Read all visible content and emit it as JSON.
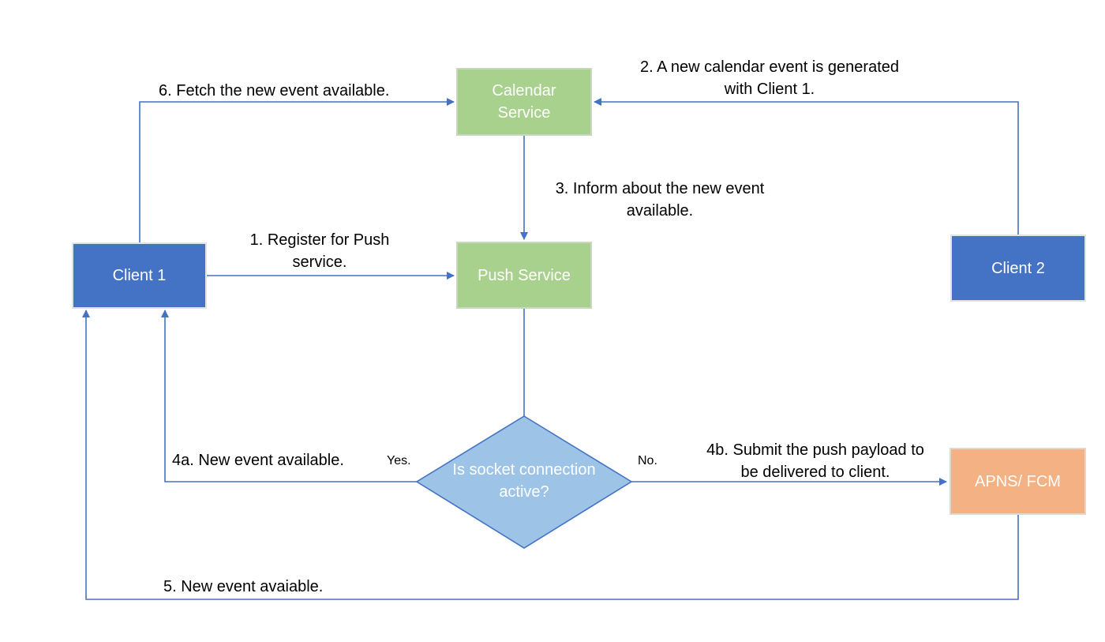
{
  "nodes": {
    "calendar_service": "Calendar\nService",
    "push_service": "Push Service",
    "client_1": "Client 1",
    "client_2": "Client 2",
    "apns_fcm": "APNS/ FCM",
    "decision": "Is socket connection\nactive?"
  },
  "labels": {
    "step_1": "1. Register for Push\nservice.",
    "step_2": "2. A new calendar event is generated\nwith Client 1.",
    "step_3": "3. Inform about the new event\navailable.",
    "step_4a": "4a. New event available.",
    "step_4b": "4b. Submit the push payload to\nbe delivered to client.",
    "step_5": "5. New event avaiable.",
    "step_6": "6. Fetch the new event available.",
    "yes": "Yes.",
    "no": "No."
  },
  "colors": {
    "client": "#4472c4",
    "service": "#a9d18e",
    "gateway": "#f4b183",
    "decision": "#9dc3e6",
    "connector": "#4472c4"
  }
}
